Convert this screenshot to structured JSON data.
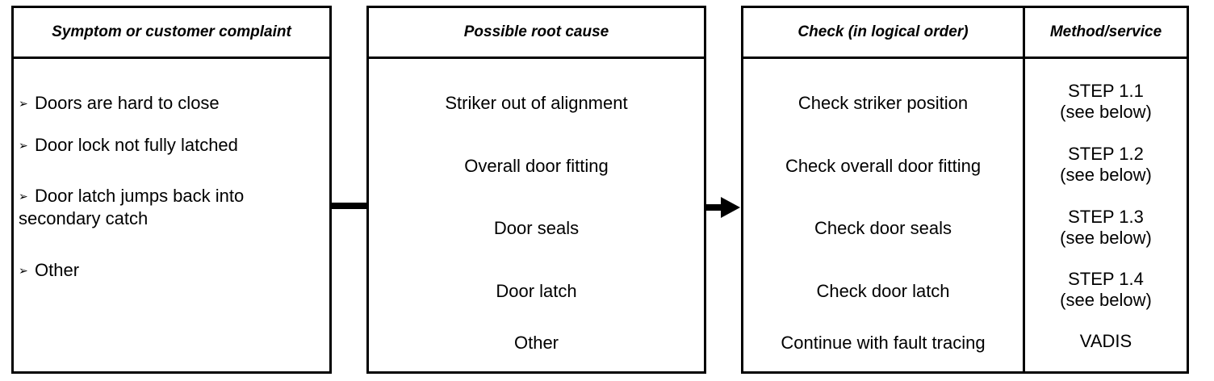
{
  "symptoms": {
    "header": "Symptom or customer complaint",
    "items": [
      {
        "bullet": "➢",
        "line1": "Doors are hard to close",
        "line2": ""
      },
      {
        "bullet": "➢",
        "line1": "Door lock not fully latched",
        "line2": ""
      },
      {
        "bullet": "➢",
        "line1": "Door latch jumps back into",
        "line2": "secondary catch"
      },
      {
        "bullet": "➢",
        "line1": "Other",
        "line2": ""
      }
    ]
  },
  "causes": {
    "header": "Possible root cause",
    "items": [
      "Striker out of alignment",
      "Overall door fitting",
      "Door seals",
      "Door latch",
      "Other"
    ]
  },
  "checks": {
    "header": "Check (in logical order)",
    "items": [
      "Check striker position",
      "Check overall door fitting",
      "Check door seals",
      "Check door latch",
      "Continue with fault tracing"
    ]
  },
  "methods": {
    "header": "Method/service",
    "items": [
      {
        "line1": "STEP 1.1",
        "line2": "(see below)"
      },
      {
        "line1": "STEP 1.2",
        "line2": "(see below)"
      },
      {
        "line1": "STEP 1.3",
        "line2": "(see below)"
      },
      {
        "line1": "STEP 1.4",
        "line2": "(see below)"
      },
      {
        "line1": "VADIS",
        "line2": ""
      }
    ]
  }
}
